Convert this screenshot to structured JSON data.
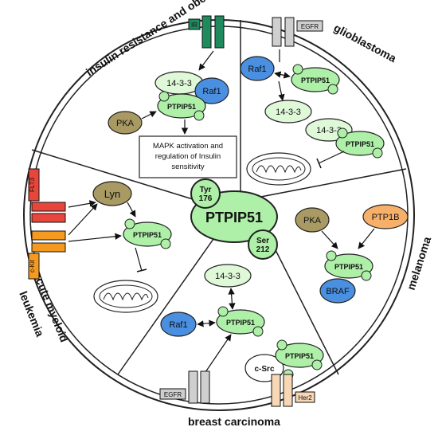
{
  "sections": {
    "insulin": "insulin resistance and obesity",
    "glioblastoma": "glioblastoma",
    "melanoma": "melanoma",
    "breast": "breast carcinoma",
    "aml_line1": "acute myeloid",
    "aml_line2": "leukemia"
  },
  "center": {
    "label": "PTPIP51",
    "tyr_line1": "Tyr",
    "tyr_line2": "176",
    "ser_line1": "Ser",
    "ser_line2": "212"
  },
  "receptors": {
    "ir": "IR",
    "egfr_top": "EGFR",
    "flt3": "FLT3",
    "ckit": "c-Kit",
    "egfr_bottom": "EGFR",
    "her2": "Her2"
  },
  "nodes": {
    "ptpip51": "PTPIP51",
    "p1433": "14-3-3",
    "raf1": "Raf1",
    "pka": "PKA",
    "lyn": "Lyn",
    "ptp1b": "PTP1B",
    "braf": "BRAF",
    "csrc": "c-Src"
  },
  "outcome": {
    "line1": "MAPK activation and",
    "line2": "regulation of Insulin",
    "line3": "sensitivity"
  },
  "colors": {
    "ptpip51_fill": "#aef0a8",
    "p1433_fill": "#dff8d8",
    "raf1_fill": "#4a8fe0",
    "pka_fill": "#a89a62",
    "lyn_fill": "#a89a62",
    "ptp1b_fill": "#f7b06a",
    "ir": "#1f8a5e",
    "egfr": "#cfcfcf",
    "flt3": "#e8463c",
    "ckit": "#f59a20",
    "her2": "#f7d7b5"
  }
}
